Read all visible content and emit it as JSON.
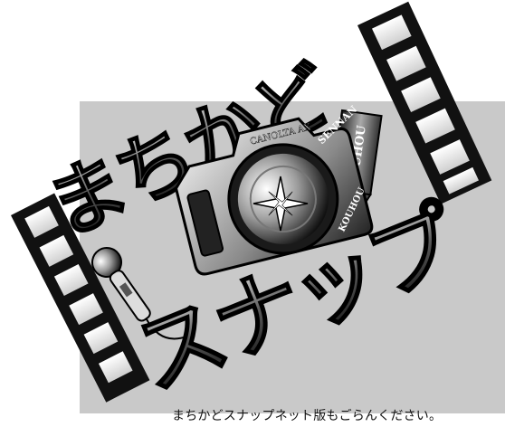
{
  "title_top": "まちかど",
  "title_bottom": "スナップ",
  "camera_brand": "CANOLTA AX",
  "camera_text_1": "SENNAN",
  "camera_text_2": "KOUHOU",
  "pencil_text": "KOUHOU",
  "caption": "まちかどスナップネット版もごらんください。",
  "colors": {
    "background": "#ffffff",
    "panel": "#c9c9c9",
    "ink": "#111111"
  },
  "icons": [
    "film-strip-icon",
    "camera-icon",
    "microphone-icon",
    "pencil-icon",
    "sparkle-icon"
  ]
}
